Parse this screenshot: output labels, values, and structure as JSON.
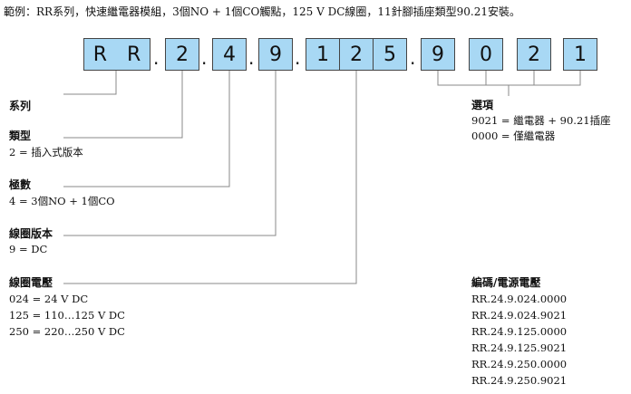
{
  "intro": "範例：RR系列，快速繼電器模組，3個NO + 1個CO觸點，125 V DC線圈，11針腳插座類型90.21安裝。",
  "code_boxes": [
    "R",
    "R",
    "2",
    "4",
    "9",
    "1",
    "2",
    "5",
    "9",
    "0",
    "2",
    "1"
  ],
  "separators": [
    ".",
    ".",
    ".",
    ".",
    "."
  ],
  "series": {
    "title": "系列"
  },
  "type": {
    "title": "類型",
    "lines": [
      "2 = 插入式版本"
    ]
  },
  "poles": {
    "title": "極數",
    "lines": [
      "4 = 3個NO + 1個CO"
    ]
  },
  "coil_version": {
    "title": "線圈版本",
    "lines": [
      "9 = DC"
    ]
  },
  "coil_voltage": {
    "title": "線圈電壓",
    "lines": [
      "024 = 24 V DC",
      "125 = 110…125 V DC",
      "250 = 220…250 V DC"
    ]
  },
  "options": {
    "title": "選項",
    "lines": [
      "9021 = 繼電器 + 90.21插座",
      "0000 = 僅繼電器"
    ]
  },
  "codes": {
    "title": "編碼/電源電壓",
    "lines": [
      "RR.24.9.024.0000",
      "RR.24.9.024.9021",
      "RR.24.9.125.0000",
      "RR.24.9.125.9021",
      "RR.24.9.250.0000",
      "RR.24.9.250.9021"
    ]
  }
}
